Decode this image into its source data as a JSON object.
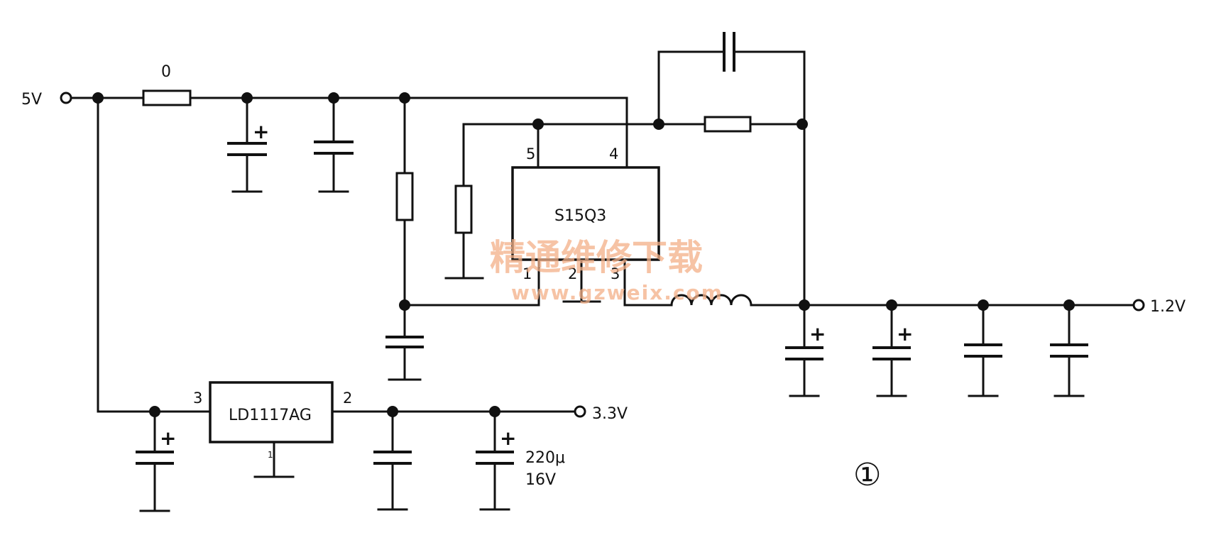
{
  "labels": {
    "vin": "5V",
    "v33": "3.3V",
    "v12": "1.2V",
    "r0": "0",
    "cap_value": "220μ",
    "cap_voltage": "16V",
    "figure_number": "①"
  },
  "chips": {
    "ic1": {
      "name": "S15Q3",
      "pins": [
        "5",
        "4",
        "1",
        "2",
        "3"
      ]
    },
    "ic2": {
      "name": "LD1117AG",
      "pins": [
        "3",
        "2",
        "1"
      ]
    }
  },
  "watermark": {
    "title": "精通维修下载",
    "url": "www.gzweix.com"
  }
}
